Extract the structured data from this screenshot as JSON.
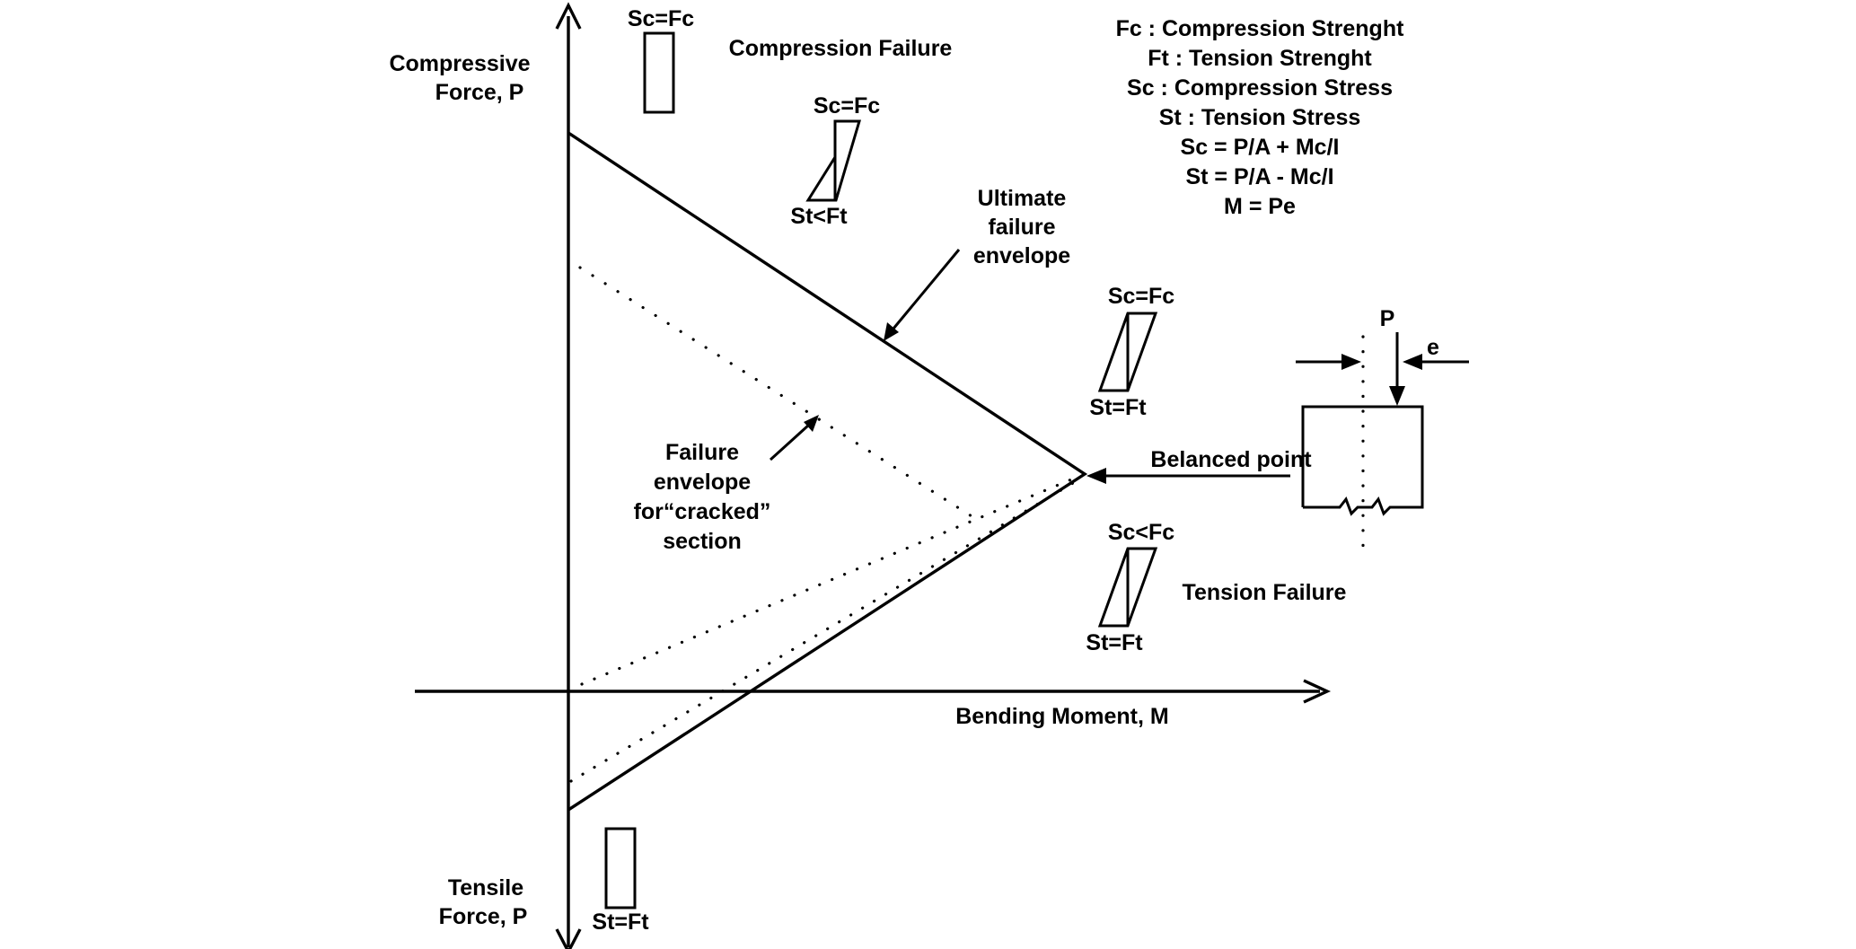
{
  "axes": {
    "y_top_label": [
      "Compressive",
      "Force, P"
    ],
    "y_bottom_label": [
      "Tensile",
      "Force, P"
    ],
    "x_label": "Bending Moment, M"
  },
  "regions": {
    "compression_failure": "Compression Failure",
    "tension_failure": "Tension Failure"
  },
  "annotations": {
    "ultimate_envelope": [
      "Ultimate",
      "failure",
      "envelope"
    ],
    "cracked_envelope": [
      "Failure",
      "envelope",
      "for“cracked”",
      "section"
    ],
    "balanced_point": "Belanced point"
  },
  "stress_diagrams": {
    "pure_compression": "Sc=Fc",
    "upper_top": "Sc=Fc",
    "upper_bottom": "St<Ft",
    "balanced_top": "Sc=Fc",
    "balanced_bottom": "St=Ft",
    "lower_top": "Sc<Fc",
    "lower_bottom": "St=Ft",
    "pure_tension": "St=Ft"
  },
  "column": {
    "load_label": "P",
    "eccentricity_label": "e"
  },
  "legend": [
    "Fc : Compression Strenght",
    "Ft : Tension Strenght",
    "Sc : Compression Stress",
    "St : Tension Stress",
    "Sc =  P/A + Mc/I",
    "St = P/A - Mc/I",
    "M = Pe"
  ]
}
